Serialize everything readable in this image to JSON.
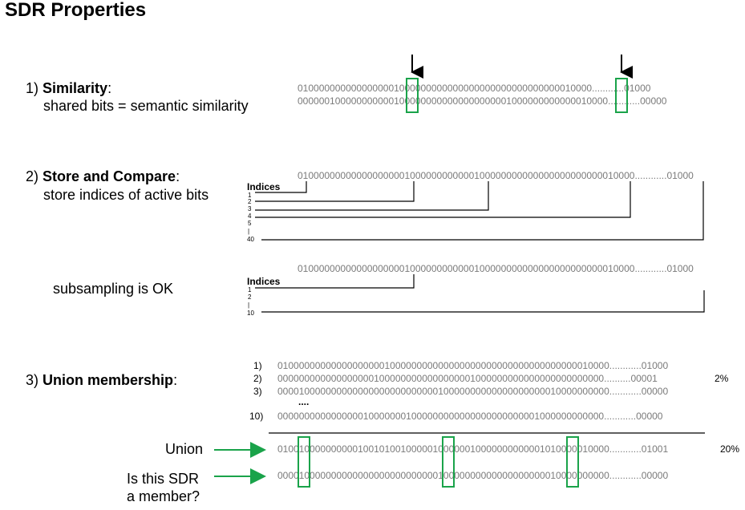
{
  "title": "SDR Properties",
  "similarity": {
    "num": "1)",
    "name": "Similarity",
    "colon": ":",
    "desc": "shared bits = semantic similarity",
    "row1": "0100000000000000001000000000000000000000000000000010000............01000",
    "row2": "0000001000000000001000000000000000000001000000000000010000............00000"
  },
  "store": {
    "num": "2)",
    "name": "Store and Compare",
    "colon": ":",
    "desc": "store indices of active bits",
    "row": "010000000000000000001000000000000100000000000000000000000010000............01000",
    "indices_label": "Indices",
    "indices": [
      "1",
      "2",
      "3",
      "4",
      "5",
      "|",
      "40"
    ]
  },
  "subsample": {
    "desc": "subsampling is OK",
    "row": "010000000000000000001000000000000100000000000000000000000010000............01000",
    "indices_label": "Indices",
    "indices": [
      "1",
      "2",
      "|",
      "10"
    ]
  },
  "union": {
    "num": "3)",
    "name": "Union membership",
    "colon": ":",
    "rows": [
      {
        "num": "1)",
        "bits": "01000000000000000000100000000000000000000000000000000000010000............01000"
      },
      {
        "num": "2)",
        "bits": "0000000000000000001000000000000000001000000000000000000000000..........00001"
      },
      {
        "num": "3)",
        "bits": "00001000000000000000000000000010000000000000000000010000000000............00000"
      },
      {
        "num": "....",
        "bits": ""
      },
      {
        "num": "10)",
        "bits": "0000000000000000100000001000000000000000000000001000000000000............00000"
      }
    ],
    "pct_row2": "2%",
    "union_label": "Union",
    "union_bits": "01001000000000010010100100000100000010000000000001010000010000............01001",
    "union_pct": "20%",
    "member_label_1": "Is this SDR",
    "member_label_2": "a member?",
    "member_bits": "00001000000000000000000000000010000000000000000000010000000000............00000"
  },
  "colors": {
    "highlight": "#1aa34a",
    "arrow": "#1aa34a",
    "bits": "#7a7a7a"
  }
}
